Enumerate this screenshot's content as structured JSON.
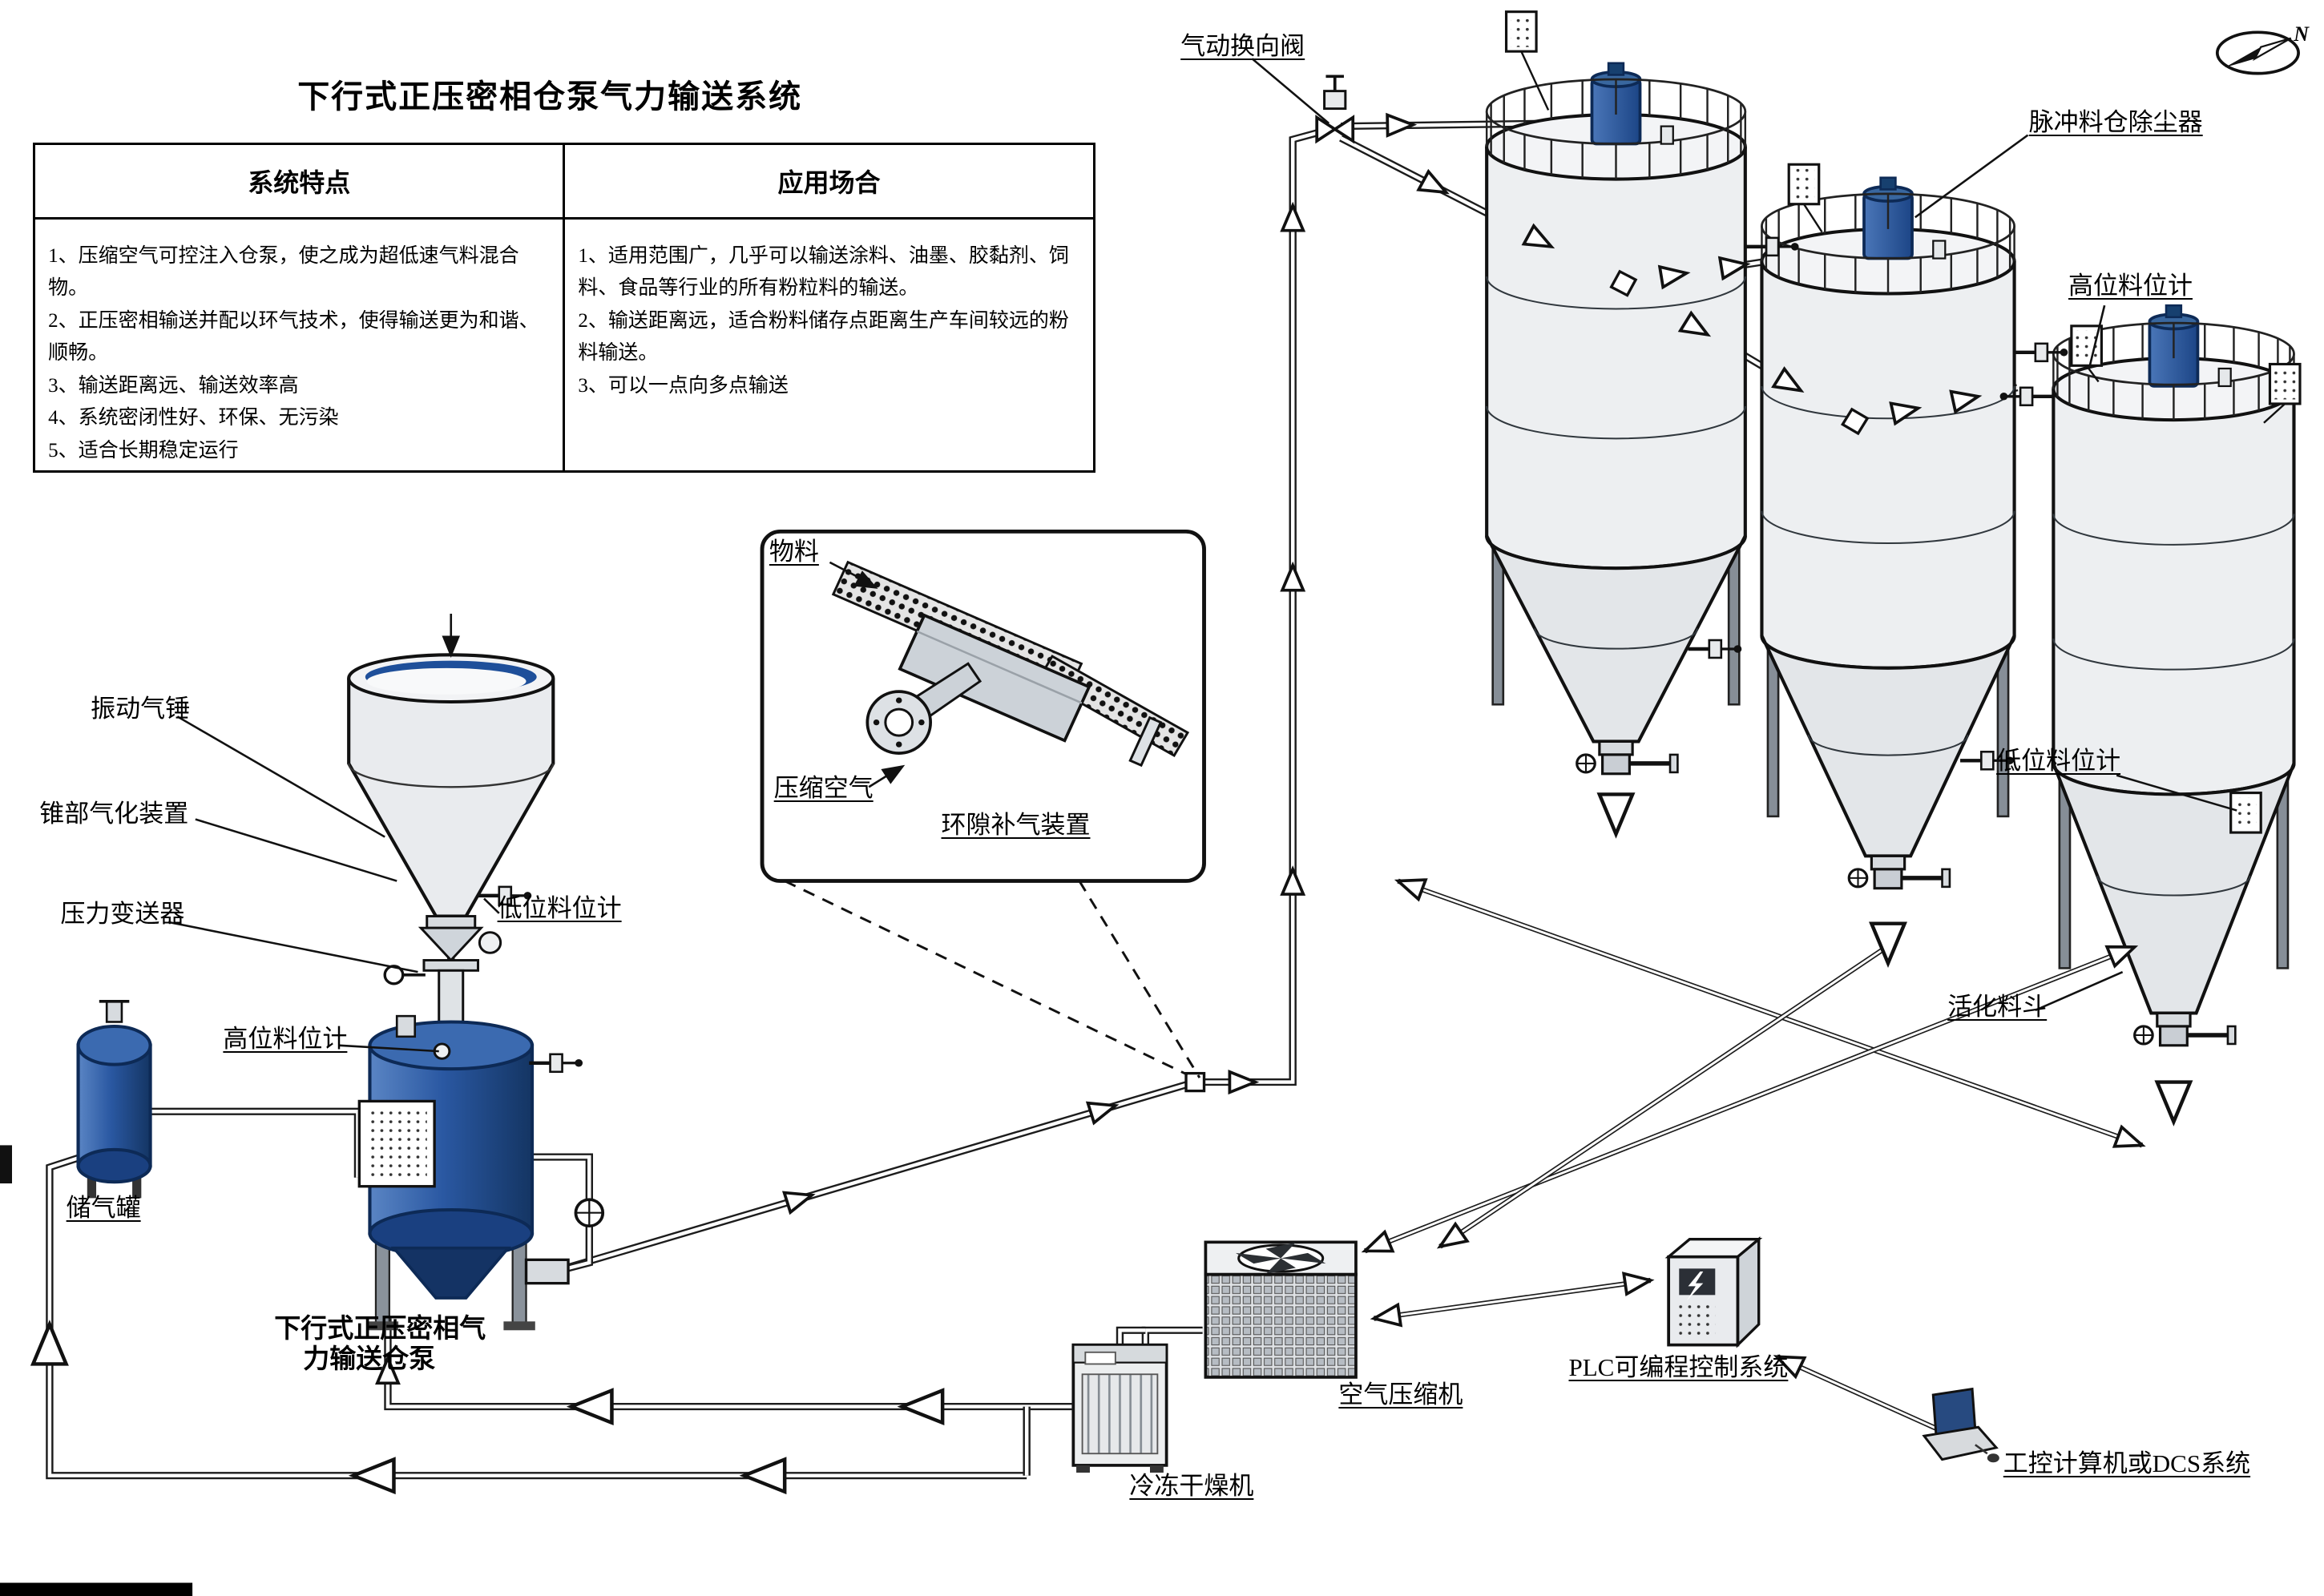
{
  "title": "下行式正压密相仓泵气力输送系统",
  "table": {
    "headers": [
      "系统特点",
      "应用场合"
    ],
    "features": [
      "1、压缩空气可控注入仓泵，使之成为超低速气料混合物。",
      "2、正压密相输送并配以环气技术，使得输送更为和谐、顺畅。",
      "3、输送距离远、输送效率高",
      "4、系统密闭性好、环保、无污染",
      "5、适合长期稳定运行"
    ],
    "applications": [
      "1、适用范围广，几乎可以输送涂料、油墨、胶黏剂、饲料、食品等行业的所有粉粒料的输送。",
      "2、输送距离远，适合粉料储存点距离生产车间较远的粉料输送。",
      "3、可以一点向多点输送"
    ]
  },
  "labels": {
    "diverter_valve": "气动换向阀",
    "pulse_dust_collector": "脉冲料仓除尘器",
    "high_level_right": "高位料位计",
    "low_level_right": "低位料位计",
    "activation_hopper": "活化料斗",
    "vibration_hammer": "振动气锤",
    "cone_aeration": "锥部气化装置",
    "pressure_transmitter": "压力变送器",
    "high_level_left": "高位料位计",
    "low_level_left": "低位料位计",
    "air_tank": "储气罐",
    "pump_line1": "下行式正压密相气",
    "pump_line2": "力输送仓泵",
    "material": "物料",
    "compressed_air": "压缩空气",
    "annular_device": "环隙补气装置",
    "air_compressor": "空气压缩机",
    "freeze_dryer": "冷冻干燥机",
    "plc": "PLC可编程控制系统",
    "ipc": "工控计算机或DCS系统",
    "compass_n": "N"
  },
  "colors": {
    "equipment_blue": "#2a58a2",
    "equipment_blue_dark": "#143563",
    "steel": "#edeff1",
    "line": "#1c1c1c"
  }
}
